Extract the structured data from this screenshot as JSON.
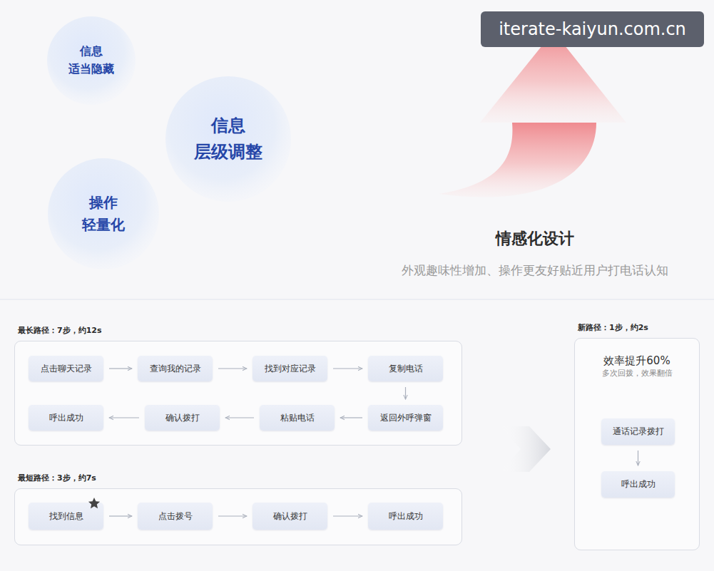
{
  "diagram": {
    "nodes": [
      {
        "text": [
          "信息 适当隐藏"
        ]
      },
      {
        "text": [
          "信息 层级调整"
        ]
      },
      {
        "text": [
          "操作 轻量化"
        ]
      },
      {
        "text": [
          "最长路径：7步，约12s"
        ]
      },
      {
        "text": [
          "点击聊天记录"
        ],
        "in": 3
      },
      {
        "text": [
          "查询我的记录"
        ],
        "in": 3
      },
      {
        "text": [
          "找到对应记录"
        ],
        "in": 3
      },
      {
        "text": [
          "复制电话"
        ],
        "in": 3
      },
      {
        "text": [
          "返回外呼弹窗"
        ],
        "in": 3
      },
      {
        "text": [
          "粘贴电话"
        ],
        "in": 3
      },
      {
        "text": [
          "确认拨打"
        ],
        "in": 3
      },
      {
        "text": [
          "呼出成功"
        ],
        "in": 3
      },
      {
        "text": [
          "最短路径：3步，约7s"
        ]
      },
      {
        "text": [
          "找到信息"
        ],
        "in": 12
      },
      {
        "text": [
          "点击拨号"
        ],
        "in": 12
      },
      {
        "text": [
          "确认拨打"
        ],
        "in": 12
      },
      {
        "text": [
          "呼出成功"
        ],
        "in": 12
      },
      {
        "text": [
          "新路径：1步，约2s",
          "效率提升60%",
          "多次回拨，效果翻倍"
        ]
      },
      {
        "text": [
          "通话记录拨打"
        ],
        "in": 17
      },
      {
        "text": [
          "呼出成功"
        ],
        "in": 17
      }
    ],
    "edges": [
      {
        "from": 4,
        "to": 5,
        "arrow": "to"
      },
      {
        "from": 5,
        "to": 6,
        "arrow": "to"
      },
      {
        "from": 6,
        "to": 7,
        "arrow": "to"
      },
      {
        "from": 7,
        "to": 8,
        "arrow": "to"
      },
      {
        "from": 8,
        "to": 9,
        "arrow": "to"
      },
      {
        "from": 9,
        "to": 10,
        "arrow": "to"
      },
      {
        "from": 10,
        "to": 11,
        "arrow": "to"
      },
      {
        "from": 13,
        "to": 14,
        "arrow": "to"
      },
      {
        "from": 14,
        "to": 15,
        "arrow": "to"
      },
      {
        "from": 15,
        "to": 16,
        "arrow": "to"
      },
      {
        "from": 18,
        "to": 19,
        "arrow": "to"
      }
    ],
    "labels": [
      "情感化设计",
      "外观趣味性增加、操作更友好贴近用户打电话认知",
      "iterate-kaiyun.com.cn"
    ]
  }
}
